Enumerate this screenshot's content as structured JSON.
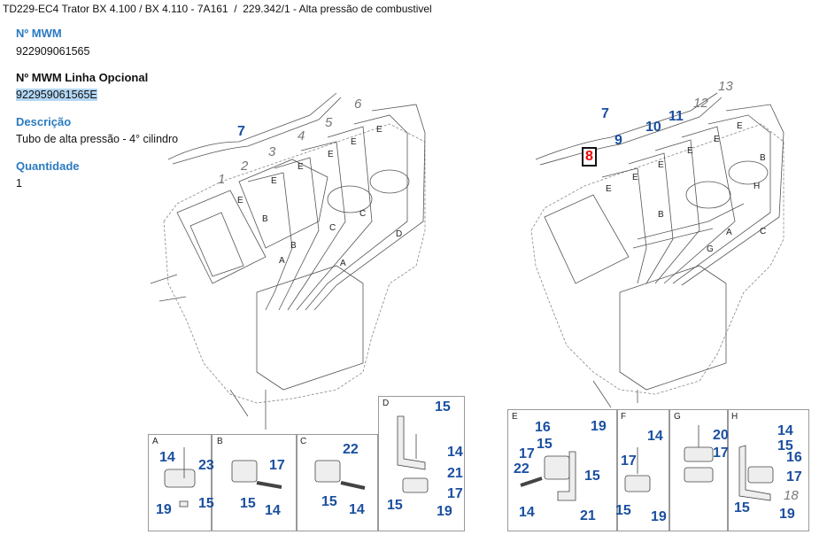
{
  "header": {
    "title": "TD229-EC4 Trator BX 4.100 / BX 4.110 - 7A161  /  229.342/1 - Alta pressão de combustivel"
  },
  "details": {
    "mwm_label": "Nº MWM",
    "mwm_value": "922909061565",
    "optional_label": "Nº MWM Linha Opcional",
    "optional_value": "922959061565E",
    "desc_label": "Descrição",
    "desc_value": "Tubo de alta pressão - 4° cilindro",
    "qty_label": "Quantidade",
    "qty_value": "1"
  },
  "diagram": {
    "left_callouts": [
      "7",
      "2",
      "3",
      "1",
      "4",
      "5",
      "6"
    ],
    "left_letters": [
      "E",
      "E",
      "E",
      "E",
      "E",
      "E",
      "B",
      "B",
      "C",
      "C",
      "A",
      "A",
      "D"
    ],
    "right_callouts": [
      "7",
      "9",
      "10",
      "11",
      "12",
      "13"
    ],
    "right_selected": "8",
    "right_letters": [
      "E",
      "E",
      "E",
      "E",
      "E",
      "E",
      "B",
      "B",
      "A",
      "G",
      "H",
      "C"
    ],
    "detail_boxes": [
      {
        "letter": "A",
        "labels": [
          "14",
          "23",
          "15",
          "19"
        ]
      },
      {
        "letter": "B",
        "labels": [
          "17",
          "15",
          "14"
        ]
      },
      {
        "letter": "C",
        "labels": [
          "22",
          "15",
          "14"
        ]
      },
      {
        "letter": "D",
        "labels": [
          "15",
          "14",
          "21",
          "17",
          "15",
          "19"
        ]
      },
      {
        "letter": "E",
        "labels": [
          "16",
          "19",
          "15",
          "17",
          "22",
          "15",
          "14",
          "21"
        ]
      },
      {
        "letter": "F",
        "labels": [
          "14",
          "17",
          "15",
          "19"
        ]
      },
      {
        "letter": "G",
        "labels": [
          "20",
          "17"
        ]
      },
      {
        "letter": "H",
        "labels": [
          "14",
          "15",
          "16",
          "17",
          "18",
          "15",
          "19"
        ]
      }
    ]
  }
}
